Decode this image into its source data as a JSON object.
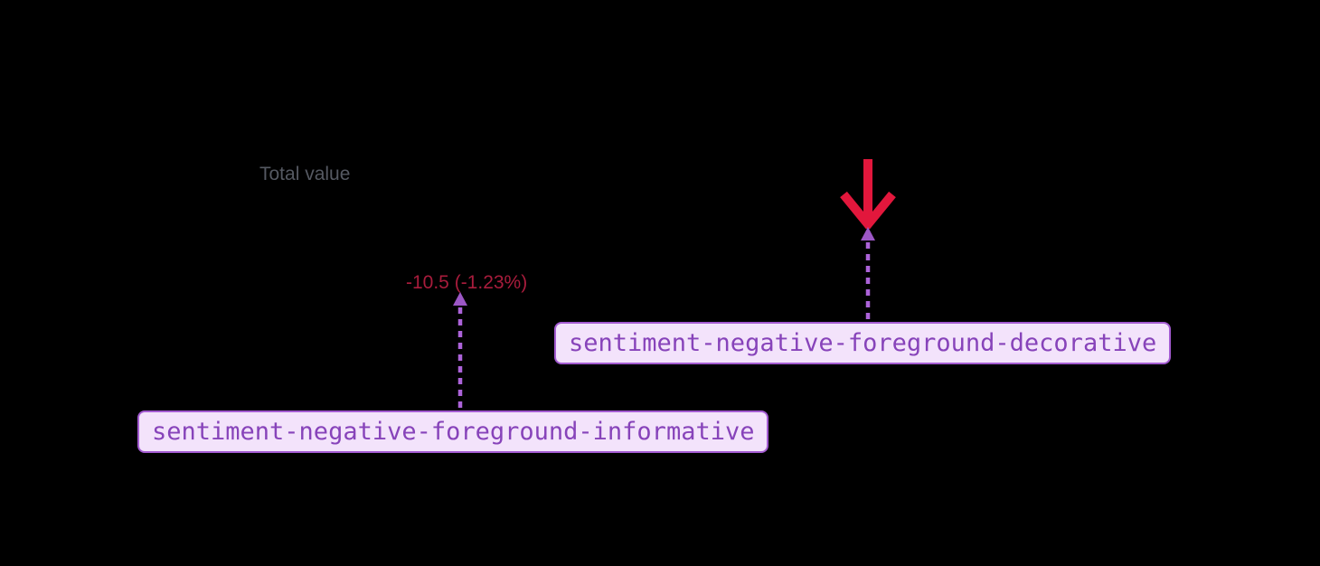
{
  "widget": {
    "total_label": "Total value",
    "change_value": "-10.5 (-1.23%)"
  },
  "annotations": {
    "informative_token": "sentiment-negative-foreground-informative",
    "decorative_token": "sentiment-negative-foreground-decorative"
  },
  "icons": {
    "down_arrow": "arrow-down-icon",
    "annotation_arrow": "dashed-arrow-up-icon"
  },
  "colors": {
    "background": "#000000",
    "total_label_text": "#555962",
    "negative_value_text": "#A81C3C",
    "negative_icon": "#E2173C",
    "annotation_line": "#AC63D9",
    "annotation_arrowhead": "#9C57C6",
    "badge_background": "#F3E3FB",
    "badge_border": "#A35BD1",
    "badge_text": "#8743BA"
  }
}
